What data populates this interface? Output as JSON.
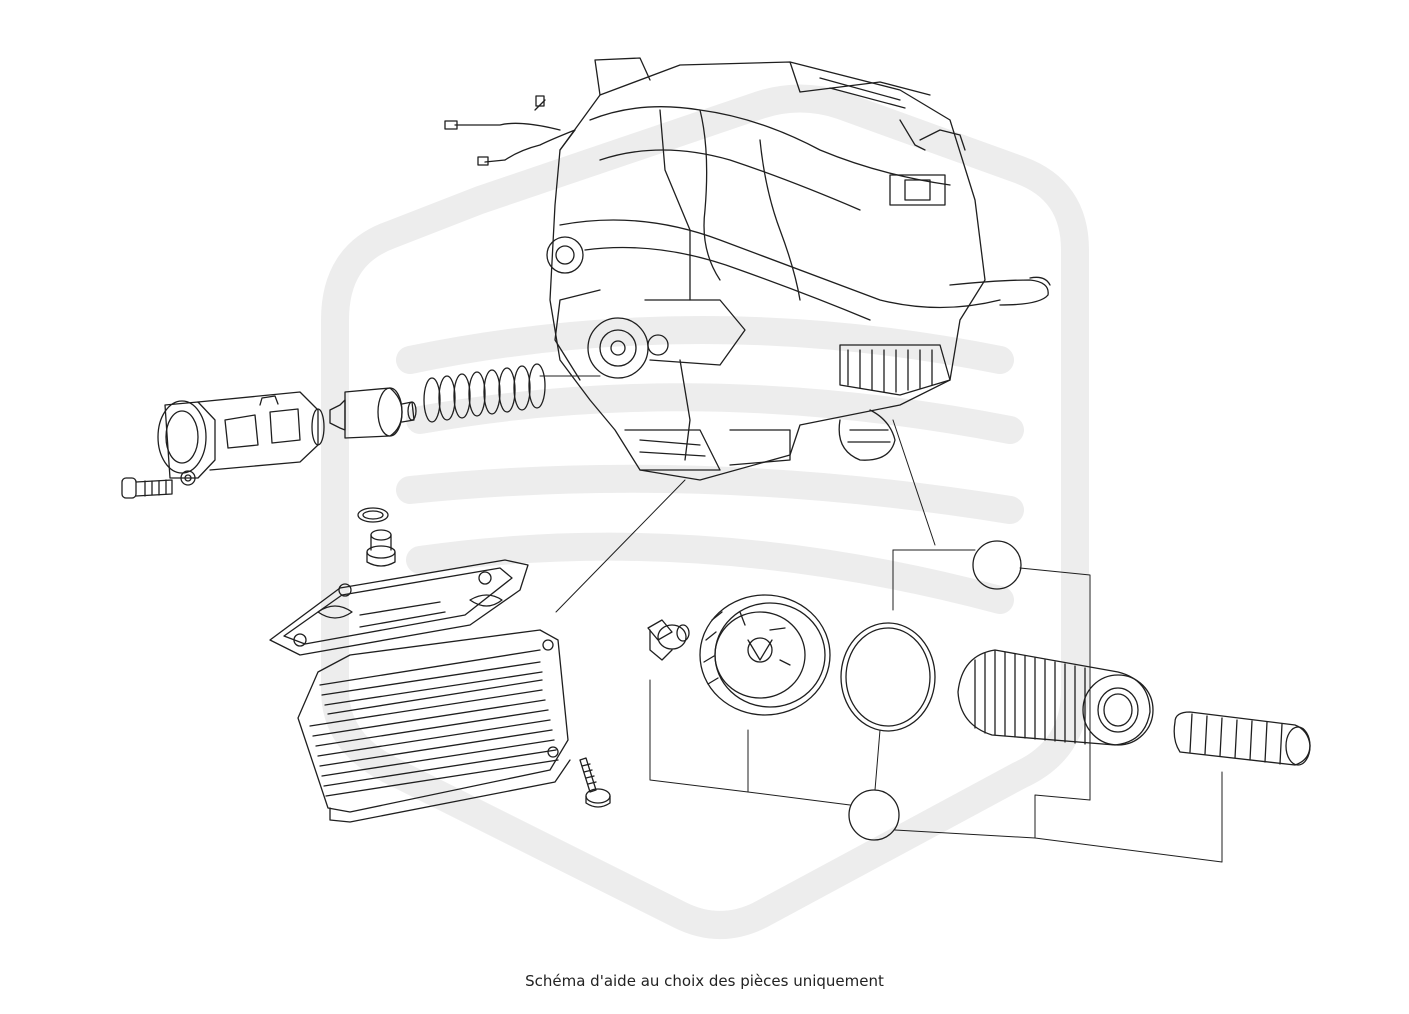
{
  "caption": "Schéma d'aide au choix des pièces uniquement",
  "colors": {
    "line": "#1f1f1f",
    "watermark": "#ededed",
    "background": "#ffffff"
  },
  "watermark": {
    "icon": "brand-logo-watermark"
  },
  "parts": [
    {
      "key": "engine-block",
      "icon": "engine-assembly-icon"
    },
    {
      "key": "oil-pressure-valve-housing",
      "icon": "valve-housing-icon"
    },
    {
      "key": "valve-plunger",
      "icon": "valve-plunger-icon"
    },
    {
      "key": "valve-spring",
      "icon": "coil-spring-icon"
    },
    {
      "key": "housing-bolt",
      "icon": "bolt-icon"
    },
    {
      "key": "small-o-ring",
      "icon": "o-ring-icon"
    },
    {
      "key": "threaded-plug",
      "icon": "plug-icon"
    },
    {
      "key": "oil-cooler-gasket",
      "icon": "gasket-icon"
    },
    {
      "key": "oil-cooler",
      "icon": "heat-exchanger-icon"
    },
    {
      "key": "cooler-bolt",
      "icon": "bolt-icon"
    },
    {
      "key": "drain-plug",
      "icon": "plug-icon"
    },
    {
      "key": "oil-filter-cap",
      "icon": "filter-cap-icon"
    },
    {
      "key": "cap-seal-ring",
      "icon": "seal-ring-icon"
    },
    {
      "key": "oil-filter-element",
      "icon": "filter-cartridge-icon"
    },
    {
      "key": "filter-core-spring",
      "icon": "spring-core-icon"
    }
  ],
  "callouts": [
    {
      "key": "callout-upper",
      "label": ""
    },
    {
      "key": "callout-lower",
      "label": ""
    }
  ]
}
